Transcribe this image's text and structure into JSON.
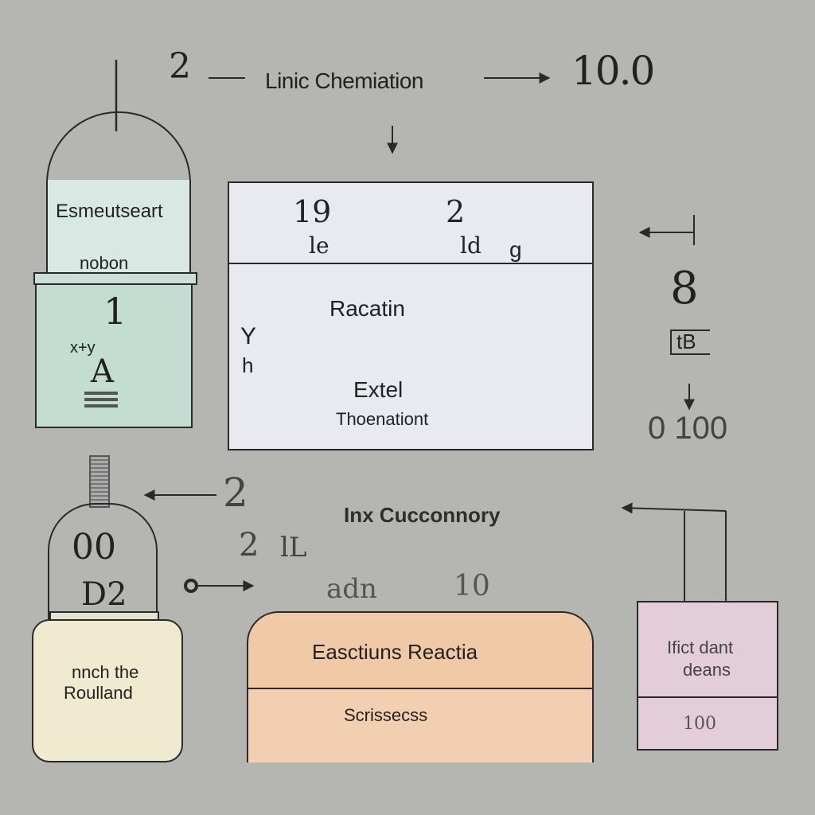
{
  "top": {
    "left_mark": "2",
    "title": "Linic Chemiation",
    "right_value": "10.0"
  },
  "left_flask": {
    "label": "Esmeutseart",
    "sublabel": "nobon",
    "digit": "1",
    "formula": "x+y",
    "symbol": "A"
  },
  "center_panel": {
    "col_a_top": "19",
    "col_a_bottom": "le",
    "col_b_top": "2",
    "col_b_bottom": "ld",
    "col_b_suffix": "g",
    "side_y": "Y",
    "side_h": "h",
    "reaction_label": "Racatin",
    "extel_label": "Extel",
    "theo_label": "Thoenationt"
  },
  "right_column": {
    "digit": "8",
    "box_label": "tB",
    "value": "0 100"
  },
  "mid_left": {
    "num_a": "2",
    "num_b": "2",
    "num_b_suffix": "lL"
  },
  "bottom_center": {
    "title": "Inx Cucconnory",
    "formula_left": "adn",
    "formula_right": "10"
  },
  "bottom_flask": {
    "upper_value": "00",
    "lower_value": "D2",
    "label_line1": "nnch the",
    "label_line2": "Roulland"
  },
  "bottom_panel": {
    "title": "Easctiuns Reactia",
    "caption": "Scrissecss"
  },
  "pink_box": {
    "line1": "Ifict dant",
    "line2": "deans",
    "value": "100"
  },
  "colors": {
    "background": "#b5b5b1",
    "flask_label": "#d8e9e4",
    "flask_body": "#c3ddd3",
    "panel": "#e9e9f1",
    "bottom_flask": "#f0ead0",
    "peach": "#f0c9a6",
    "pink": "#e3cdd8"
  }
}
